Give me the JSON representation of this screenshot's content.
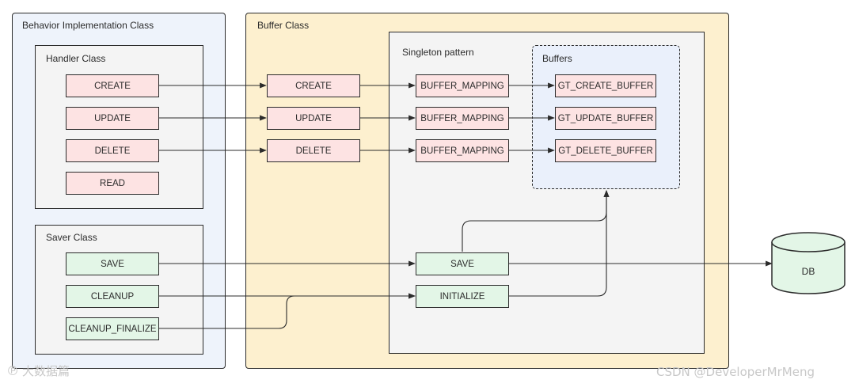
{
  "groups": {
    "behavior": "Behavior Implementation Class",
    "handler": "Handler Class",
    "saver": "Saver Class",
    "buffer": "Buffer Class",
    "singleton": "Singleton pattern",
    "buffers": "Buffers"
  },
  "handler_nodes": [
    "CREATE",
    "UPDATE",
    "DELETE",
    "READ"
  ],
  "saver_nodes": [
    "SAVE",
    "CLEANUP",
    "CLEANUP_FINALIZE"
  ],
  "buffer_nodes": [
    "CREATE",
    "UPDATE",
    "DELETE"
  ],
  "mapping_nodes": [
    "BUFFER_MAPPING",
    "BUFFER_MAPPING",
    "BUFFER_MAPPING"
  ],
  "gt_nodes": [
    "GT_CREATE_BUFFER",
    "GT_UPDATE_BUFFER",
    "GT_DELETE_BUFFER"
  ],
  "singleton_nodes": {
    "save": "SAVE",
    "initialize": "INITIALIZE"
  },
  "db": {
    "label": "DB"
  },
  "footer": {
    "watermark_left": "大数据篇",
    "watermark_right": "CSDN @DeveloperMrMeng"
  },
  "colors": {
    "node_red": "#fde3e3",
    "node_green": "#e3f6e7",
    "group_blue": "#eef3fb",
    "group_yellow": "#fdf0cf",
    "line": "#2b2b2b"
  }
}
